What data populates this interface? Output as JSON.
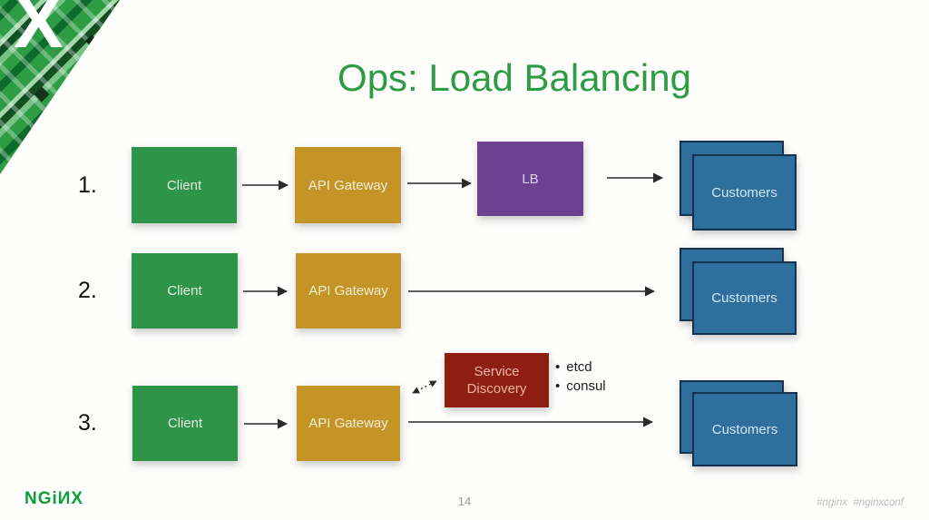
{
  "slide": {
    "title": "Ops: Load Balancing",
    "page_number": "14",
    "brand": "NGiИX",
    "hashtags": "#nginx  #nginxconf",
    "corner_x": "X"
  },
  "labels": {
    "client": "Client",
    "api_gateway": "API Gateway",
    "lb": "LB",
    "customers": "Customers",
    "service_discovery": "Service Discovery"
  },
  "rows": [
    {
      "number": "1.",
      "path": [
        "Client",
        "API Gateway",
        "LB",
        "Customers"
      ]
    },
    {
      "number": "2.",
      "path": [
        "Client",
        "API Gateway",
        "Customers"
      ]
    },
    {
      "number": "3.",
      "path": [
        "Client",
        "API Gateway",
        "Service Discovery",
        "Customers"
      ]
    }
  ],
  "service_discovery": {
    "bullet": "•",
    "options": [
      "etcd",
      "consul"
    ]
  },
  "colors": {
    "title_green": "#2e9b45",
    "client_green": "#2e9447",
    "gateway_gold": "#c49426",
    "lb_purple": "#6b4190",
    "customers_blue": "#2e6f9e",
    "customers_border": "#16324f",
    "service_discovery_red": "#8e1d12",
    "arrow": "#2a2a2a",
    "brand_green": "#0f9e3c"
  }
}
